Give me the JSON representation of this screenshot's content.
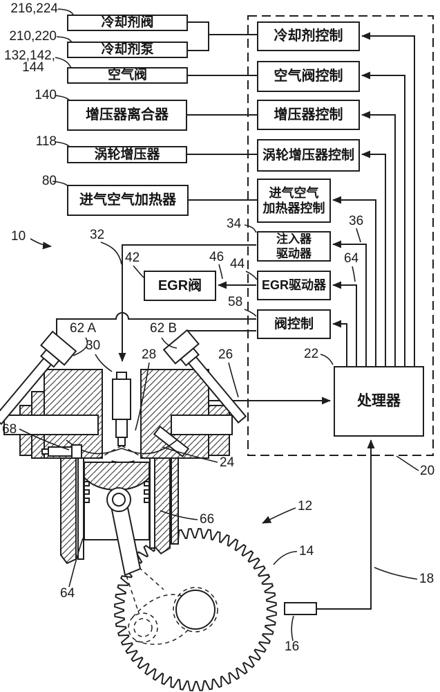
{
  "colors": {
    "ink": "#1e1e1e",
    "background": "#ffffff"
  },
  "boxes": {
    "coolant_valve": "冷却剂阀",
    "coolant_pump": "冷却剂泵",
    "air_valve": "空气阀",
    "supercharger_clutch": "增压器离合器",
    "turbocharger": "涡轮增压器",
    "intake_air_heater": "进气空气加热器",
    "coolant_control": "冷却剂控制",
    "air_valve_control": "空气阀控制",
    "supercharger_control": "增压器控制",
    "turbocharger_control": "涡轮增压器控制",
    "intake_air_heater_control": {
      "line1": "进气空气",
      "line2": "加热器控制"
    },
    "injector_driver": {
      "line1": "注入器",
      "line2": "驱动器"
    },
    "egr_driver": "EGR驱动器",
    "valve_control": "阀控制",
    "egr_valve": "EGR阀",
    "processor": "处理器"
  },
  "refs": {
    "coolant_valve": "216,224",
    "coolant_pump": "210,220",
    "air_valve_line1": "132,142,",
    "air_valve_line2": "144",
    "supercharger_clutch": "140",
    "turbocharger": "118",
    "intake_air_heater": "80",
    "system": "10",
    "injector_line": "32",
    "injector_driver": "34",
    "injector_signal": "36",
    "egr_valve": "42",
    "egr_driver": "44",
    "egr_signal": "46",
    "valve_control": "58",
    "valve_signal": "64",
    "processor": "22",
    "controller_boundary": "20",
    "valve_a": "62 A",
    "valve_b": "62 B",
    "injector": "30",
    "valve_stem": "28",
    "engine_line": "26",
    "fuel_element": "68",
    "swirl": "24",
    "wrist_pin": "66",
    "cylinder_liner": "64",
    "rotation": "12",
    "flywheel": "14",
    "sensor": "16",
    "sensor_line": "18"
  }
}
